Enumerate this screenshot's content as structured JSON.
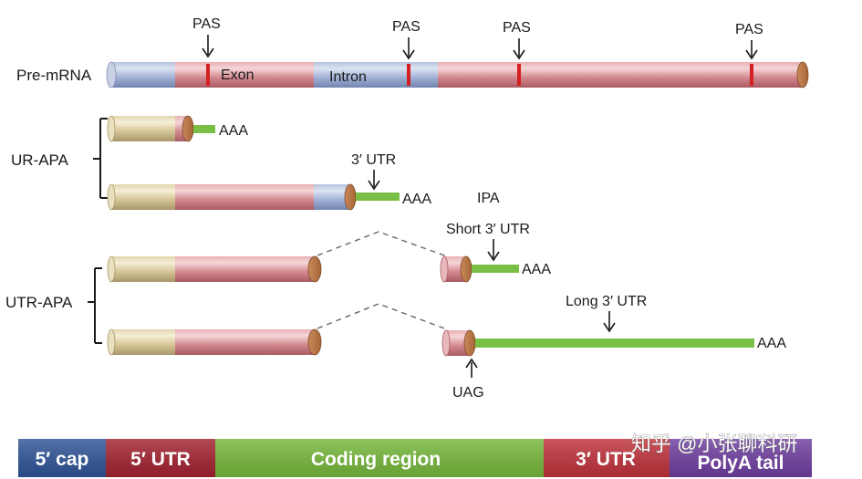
{
  "labels": {
    "pre_mrna": "Pre-mRNA",
    "exon": "Exon",
    "intron": "Intron",
    "pas": "PAS",
    "ur_apa": "UR-APA",
    "utr_apa": "UTR-APA",
    "aaa": "AAA",
    "three_utr": "3′ UTR",
    "ipa": "IPA",
    "short_utr": "Short 3′ UTR",
    "long_utr": "Long 3′ UTR",
    "uag": "UAG"
  },
  "legend": [
    {
      "label": "5′ cap",
      "color": "#2f5597"
    },
    {
      "label": "5′ UTR",
      "color": "#a32330"
    },
    {
      "label": "Coding region",
      "color": "#77b83c"
    },
    {
      "label": "3′ UTR",
      "color": "#c0333c"
    },
    {
      "label": "PolyA tail",
      "color": "#6f3fa0"
    }
  ],
  "watermark": "知乎 @小张聊科研",
  "colors": {
    "exon": "#d9959a",
    "intron": "#a9b8d8",
    "utr5": "#ddd0a0",
    "tail": "#79bf45",
    "pas_mark": "#d42020"
  }
}
